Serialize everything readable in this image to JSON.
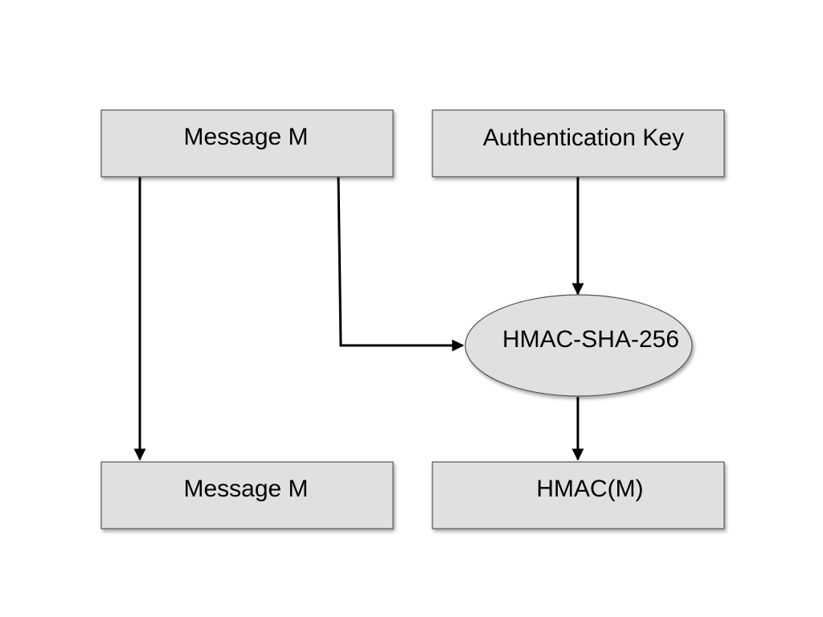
{
  "diagram": {
    "nodes": {
      "message_top": {
        "label": "Message M",
        "shape": "rectangle"
      },
      "auth_key": {
        "label": "Authentication Key",
        "shape": "rectangle"
      },
      "hmac_function": {
        "label": "HMAC-SHA-256",
        "shape": "ellipse"
      },
      "message_bottom": {
        "label": "Message M",
        "shape": "rectangle"
      },
      "hmac_output": {
        "label": "HMAC(M)",
        "shape": "rectangle"
      }
    },
    "edges": [
      {
        "from": "message_top",
        "to": "message_bottom"
      },
      {
        "from": "message_top",
        "to": "hmac_function"
      },
      {
        "from": "auth_key",
        "to": "hmac_function"
      },
      {
        "from": "hmac_function",
        "to": "hmac_output"
      }
    ],
    "colors": {
      "node_fill": "#e0e0e0",
      "node_stroke": "#555555",
      "edge": "#000000"
    }
  }
}
